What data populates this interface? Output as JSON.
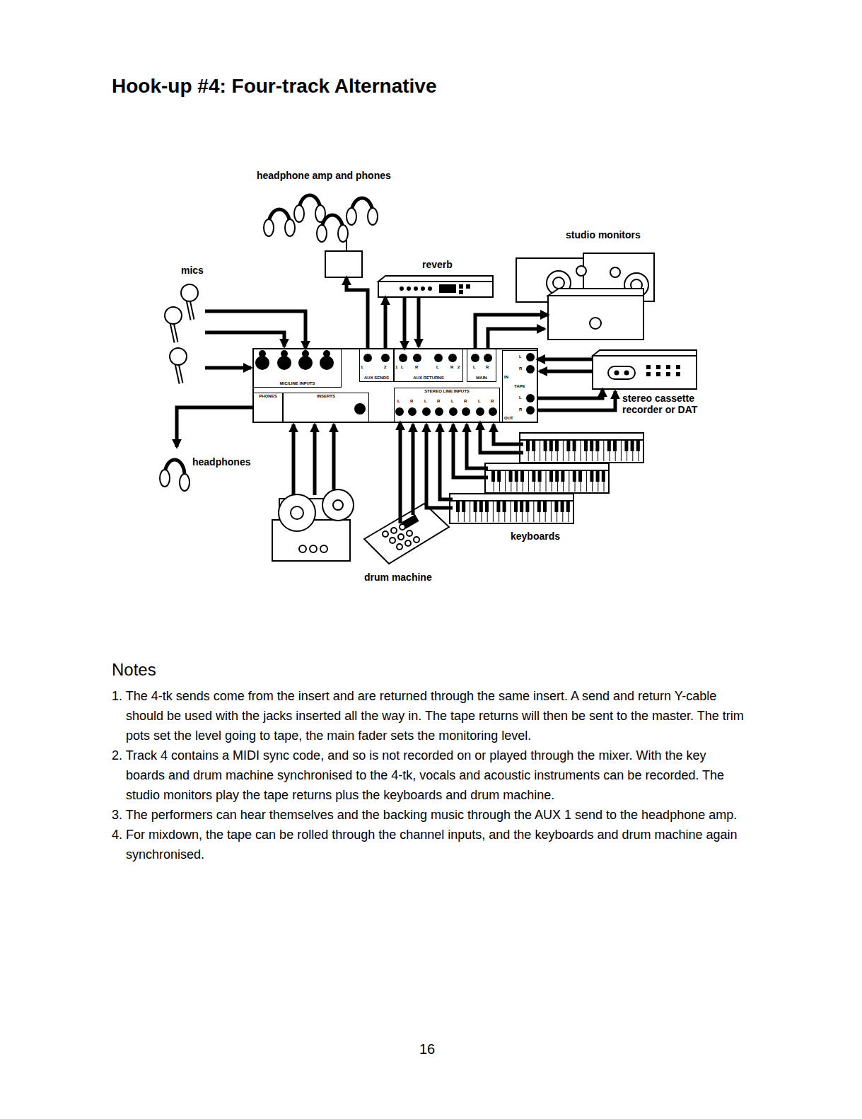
{
  "diagram": {
    "title": "Hook-up #4: Four-track Alternative",
    "nodes": [
      {
        "text": [
          "headphone amp and phones"
        ]
      },
      {
        "text": [
          "reverb"
        ]
      },
      {
        "text": [
          "studio monitors"
        ]
      },
      {
        "text": [
          "mics"
        ]
      },
      {
        "text": [
          "MIC/LINE INPUTS"
        ]
      },
      {
        "text": [
          "AUX SENDS"
        ]
      },
      {
        "text": [
          "AUX RETURNS"
        ]
      },
      {
        "text": [
          "MAIN"
        ]
      },
      {
        "text": [
          "TAPE"
        ]
      },
      {
        "text": [
          "stereo cassette recorder or DAT"
        ]
      },
      {
        "text": [
          "PHONES"
        ]
      },
      {
        "text": [
          "INSERTS"
        ]
      },
      {
        "text": [
          "STEREO LINE INPUTS"
        ]
      },
      {
        "text": [
          "headphones"
        ]
      },
      {
        "text": [
          "keyboards"
        ]
      },
      {
        "text": [
          "drum machine"
        ]
      }
    ],
    "edges": [
      {
        "from": 3,
        "to": 4,
        "arrow": "to"
      },
      {
        "from": 5,
        "to": 0,
        "arrow": "to"
      },
      {
        "from": 5,
        "to": 1,
        "arrow": "to"
      },
      {
        "from": 1,
        "to": 6,
        "arrow": "to"
      },
      {
        "from": 7,
        "to": 2,
        "arrow": "to"
      },
      {
        "from": 9,
        "to": 8,
        "arrow": "to"
      },
      {
        "from": 8,
        "to": 9,
        "arrow": "to"
      },
      {
        "from": 10,
        "to": 13,
        "arrow": "to"
      },
      {
        "from": 14,
        "to": 12,
        "arrow": "to"
      },
      {
        "from": 15,
        "to": 12,
        "arrow": "to"
      }
    ],
    "labels": [
      "Notes",
      "1. The 4-tk sends come from the insert and are returned through the same insert. A send and return Y-cable should be used with the jacks inserted all the way in. The tape returns will then be sent to the master. The trim pots set the level going to tape, the main fader sets the monitoring level.",
      "2. Track 4 contains a MIDI sync code, and so is not recorded on or played through the mixer. With the key boards and drum machine synchronised to the 4-tk, vocals and acoustic instruments can be recorded. The studio monitors play the tape returns plus the keyboards and drum machine.",
      "3. The performers can hear themselves and the backing music through the AUX 1 send to the headphone amp.",
      "4. For mixdown, the tape can be rolled through the channel inputs, and the keyboards and drum machine again synchronised.",
      "16",
      "1",
      "2",
      "1",
      "L",
      "R",
      "L",
      "R",
      "2",
      "L",
      "R",
      "L",
      "R",
      "IN",
      "L",
      "R",
      "OUT",
      "L",
      "R",
      "L",
      "R",
      "L",
      "R",
      "L",
      "R"
    ]
  }
}
